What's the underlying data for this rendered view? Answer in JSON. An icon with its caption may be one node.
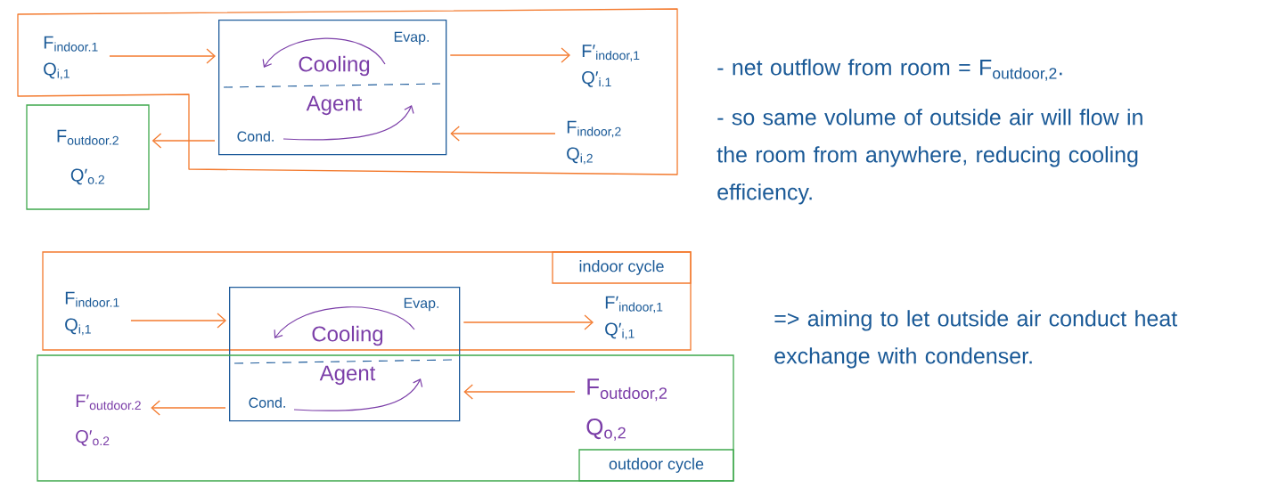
{
  "diagram": {
    "nodes": [
      {
        "text": [],
        "shape": "box"
      },
      {
        "text": [
          "F$_{indoor.1}$",
          "Q$_{i,1}$"
        ],
        "in": 0
      },
      {
        "text": [
          "Evap.",
          "Cooling Agent",
          "Cond."
        ],
        "in": 0
      },
      {
        "text": [
          "F′$_{indoor,1}$",
          "Q′$_{i.1}$"
        ],
        "in": 0
      },
      {
        "text": [
          "F$_{indoor,2}$",
          "Q$_{i,2}$"
        ],
        "in": 0
      },
      {
        "text": [
          "F$_{outdoor.2}$",
          "Q′$_{o.2}$"
        ]
      },
      {
        "text": [],
        "shape": "box"
      },
      {
        "text": [
          "indoor cycle"
        ],
        "in": 6
      },
      {
        "text": [
          "F$_{indoor.1}$",
          "Q$_{i,1}$"
        ],
        "in": 6
      },
      {
        "text": [
          "Evap.",
          "Cooling Agent",
          "Cond."
        ]
      },
      {
        "text": [
          "F′$_{indoor,1}$",
          "Q′$_{i,1}$"
        ],
        "in": 6
      },
      {
        "text": [],
        "shape": "box"
      },
      {
        "text": [
          "F′$_{outdoor.2}$",
          "Q′$_{o.2}$"
        ],
        "in": 11
      },
      {
        "text": [
          "F$_{outdoor,2}$",
          "Q$_{o,2}$"
        ],
        "in": 11
      },
      {
        "text": [
          "outdoor cycle"
        ],
        "in": 11
      }
    ],
    "edges": [
      {
        "from": 1,
        "to": 2,
        "arrow": "to"
      },
      {
        "from": 2,
        "to": 3,
        "arrow": "to"
      },
      {
        "from": 4,
        "to": 2,
        "arrow": "to"
      },
      {
        "from": 2,
        "to": 5,
        "arrow": "to"
      },
      {
        "from": 8,
        "to": 9,
        "arrow": "to"
      },
      {
        "from": 9,
        "to": 10,
        "arrow": "to"
      },
      {
        "from": 13,
        "to": 9,
        "arrow": "to"
      },
      {
        "from": 9,
        "to": 12,
        "arrow": "to"
      }
    ],
    "labels": [
      "- net outflow from room = F$_{outdoor,2}$.",
      "- so same volume of outside air will flow in the room from anywhere, reducing cooling efficiency.",
      "=> aiming to let outside air conduct heat exchange with condenser."
    ]
  }
}
